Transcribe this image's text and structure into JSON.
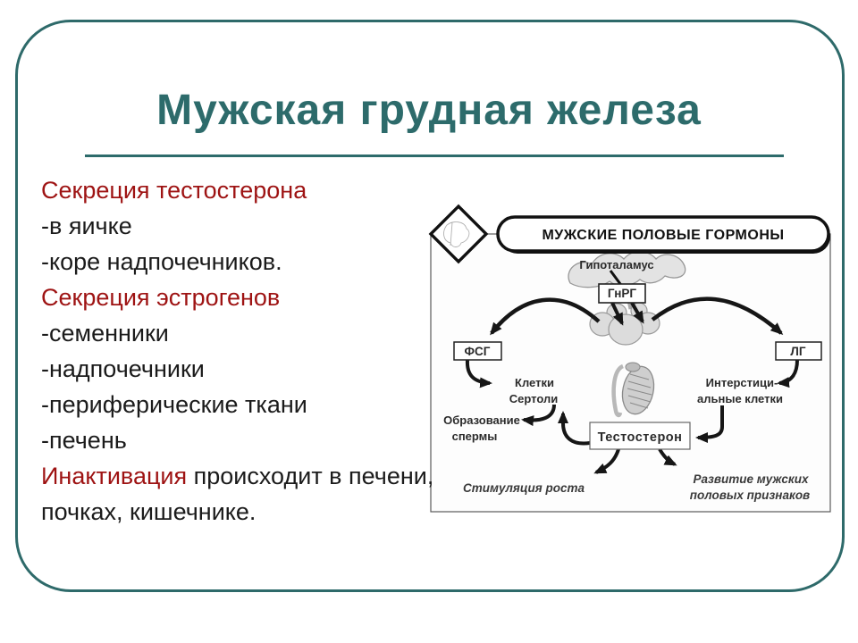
{
  "slide": {
    "title": "Мужская грудная железа",
    "title_color": "#2d6b6b",
    "border_color": "#2e6a6a",
    "accent_color": "#9e1313"
  },
  "content": {
    "lines": [
      {
        "text": "Секреция тестостерона",
        "accent": true
      },
      {
        "text": "-в яичке",
        "accent": false
      },
      {
        "text": "-коре надпочечников.",
        "accent": false
      },
      {
        "text": "Секреция эстрогенов",
        "accent": true
      },
      {
        "text": "-семенники",
        "accent": false
      },
      {
        "text": "-надпочечники",
        "accent": false
      },
      {
        "text": "-периферические ткани",
        "accent": false
      },
      {
        "text": "-печень",
        "accent": false
      }
    ],
    "inactivation": {
      "lead": "Инактивация",
      "rest": " происходит в печени,",
      "line2": "почках, кишечнике."
    }
  },
  "diagram": {
    "banner": "МУЖСКИЕ ПОЛОВЫЕ ГОРМОНЫ",
    "hypothalamus": "Гипоталамус",
    "gnrh": "ГнРГ",
    "fsh": "ФСГ",
    "lh": "ЛГ",
    "sertoli1": "Клетки",
    "sertoli2": "Сертоли",
    "interstitial1": "Интерстици-",
    "interstitial2": "альные клетки",
    "sperm1": "Образование",
    "sperm2": "спермы",
    "testosterone": "Тестостерон",
    "growth": "Стимуляция роста",
    "traits1": "Развитие мужских",
    "traits2": "половых признаков"
  }
}
